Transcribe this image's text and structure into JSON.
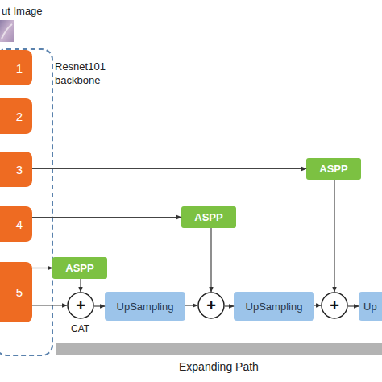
{
  "diagram": {
    "nodes": [
      {
        "text": [
          "Resnet101 backbone"
        ]
      },
      {
        "text": [
          "1"
        ],
        "in": 0
      },
      {
        "text": [
          "2"
        ],
        "in": 0
      },
      {
        "text": [
          "3"
        ],
        "in": 0
      },
      {
        "text": [
          "4"
        ],
        "in": 0
      },
      {
        "text": [
          "5"
        ],
        "in": 0
      },
      {
        "text": [
          "ASPP"
        ]
      },
      {
        "text": [
          "ASPP"
        ]
      },
      {
        "text": [
          "ASPP"
        ]
      },
      {
        "text": [
          "+"
        ]
      },
      {
        "text": [
          "UpSampling"
        ]
      },
      {
        "text": [
          "+"
        ]
      },
      {
        "text": [
          "UpSampling"
        ]
      },
      {
        "text": [
          "+"
        ]
      },
      {
        "text": [
          "Up"
        ]
      }
    ],
    "edges": [
      {
        "from": 3,
        "to": 6,
        "arrow": "to"
      },
      {
        "from": 4,
        "to": 7,
        "arrow": "to"
      },
      {
        "from": 5,
        "to": 8,
        "arrow": "to"
      },
      {
        "from": 5,
        "to": 9,
        "arrow": "to"
      },
      {
        "from": 8,
        "to": 9,
        "arrow": "to"
      },
      {
        "from": 7,
        "to": 11,
        "arrow": "to"
      },
      {
        "from": 6,
        "to": 13,
        "arrow": "to"
      },
      {
        "from": 9,
        "to": 10,
        "arrow": "to"
      },
      {
        "from": 10,
        "to": 11,
        "arrow": "to"
      },
      {
        "from": 11,
        "to": 12,
        "arrow": "to"
      },
      {
        "from": 12,
        "to": 13,
        "arrow": "to"
      },
      {
        "from": 13,
        "to": 14,
        "arrow": "to"
      }
    ],
    "labels": [
      "ut Image",
      "CAT",
      "Expanding Path"
    ]
  }
}
